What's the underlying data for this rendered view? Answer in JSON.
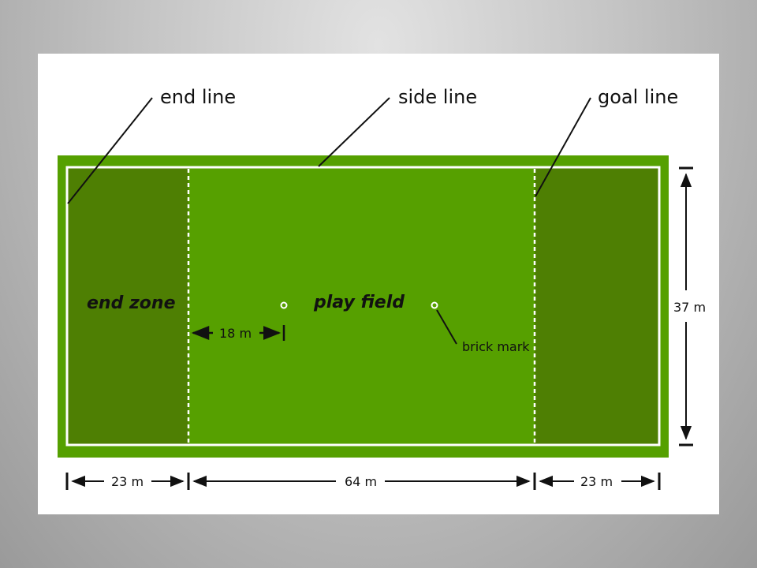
{
  "diagram": {
    "callouts": {
      "end_line": "end line",
      "side_line": "side line",
      "goal_line": "goal line"
    },
    "zones": {
      "end_zone": "end zone",
      "play_field": "play field"
    },
    "marks": {
      "brick_mark": "brick mark"
    },
    "dimensions": {
      "brick_offset": "18 m",
      "width": "37 m",
      "end_zone_left": "23 m",
      "central": "64 m",
      "end_zone_right": "23 m"
    },
    "colors": {
      "border": "#55a000",
      "play_field": "#56a000",
      "end_zone": "#4e7f03",
      "lines": "#ffffff",
      "annotation": "#111111"
    }
  }
}
